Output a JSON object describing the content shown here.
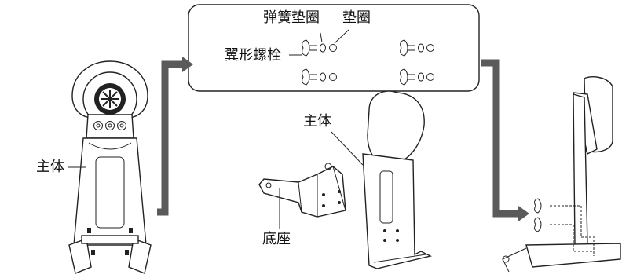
{
  "labels": {
    "spring_washer": "弹簧垫圈",
    "washer": "垫圈",
    "wing_bolt": "翼形螺栓",
    "main_body_left": "主体",
    "main_body_center": "主体",
    "base": "底座"
  },
  "colors": {
    "arrow": "#5a5a5a",
    "line": "#222222"
  }
}
